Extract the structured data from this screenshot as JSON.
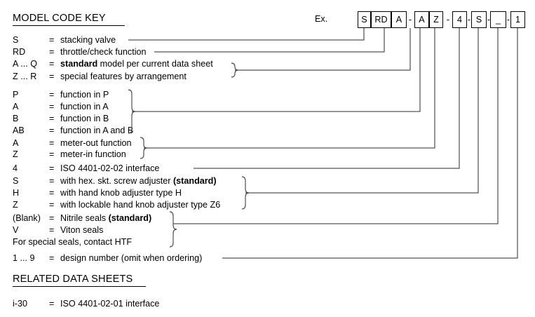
{
  "headings": {
    "model_code_key": "MODEL CODE KEY",
    "related_data_sheets": "RELATED DATA SHEETS"
  },
  "example": {
    "label": "Ex.",
    "boxes": [
      "S",
      "RD",
      "A",
      "A",
      "Z",
      "4",
      "S",
      "_",
      "1"
    ],
    "separator": "-"
  },
  "key_rows": [
    {
      "code": "S",
      "eq": "=",
      "desc": "stacking valve"
    },
    {
      "code": "RD",
      "eq": "=",
      "desc": "throttle/check function"
    },
    {
      "code": "A ... Q",
      "eq": "=",
      "desc_pre": "",
      "desc_bold": "standard",
      "desc_post": " model per current data sheet"
    },
    {
      "code": "Z ... R",
      "eq": "=",
      "desc": "special features by arrangement"
    },
    {
      "code": "P",
      "eq": "=",
      "desc": "function in P"
    },
    {
      "code": "A",
      "eq": "=",
      "desc": "function in A"
    },
    {
      "code": "B",
      "eq": "=",
      "desc": "function in B"
    },
    {
      "code": "AB",
      "eq": "=",
      "desc": "function in A and B"
    },
    {
      "code": "A",
      "eq": "=",
      "desc": "meter-out function"
    },
    {
      "code": "Z",
      "eq": "=",
      "desc": "meter-in function"
    },
    {
      "code": "4",
      "eq": "=",
      "desc": "ISO 4401-02-02 interface"
    },
    {
      "code": "S",
      "eq": "=",
      "desc_pre": "with hex. skt. screw adjuster ",
      "desc_bold": "(standard)",
      "desc_post": ""
    },
    {
      "code": "H",
      "eq": "=",
      "desc": "with hand knob adjuster type H"
    },
    {
      "code": "Z",
      "eq": "=",
      "desc": "with lockable hand knob adjuster type Z6"
    },
    {
      "code": "(Blank)",
      "eq": "=",
      "desc_pre": "Nitrile seals ",
      "desc_bold": "(standard)",
      "desc_post": ""
    },
    {
      "code": "V",
      "eq": "=",
      "desc": "Viton seals"
    },
    {
      "full": "For special seals, contact HTF"
    },
    {
      "code": "1 ... 9",
      "eq": "=",
      "desc": "design number (omit when ordering)"
    }
  ],
  "related_rows": [
    {
      "code": "i-30",
      "eq": "=",
      "desc": "ISO 4401-02-01 interface"
    }
  ],
  "colors": {
    "ink": "#000000",
    "rule": "#222222",
    "paper": "#ffffff"
  }
}
